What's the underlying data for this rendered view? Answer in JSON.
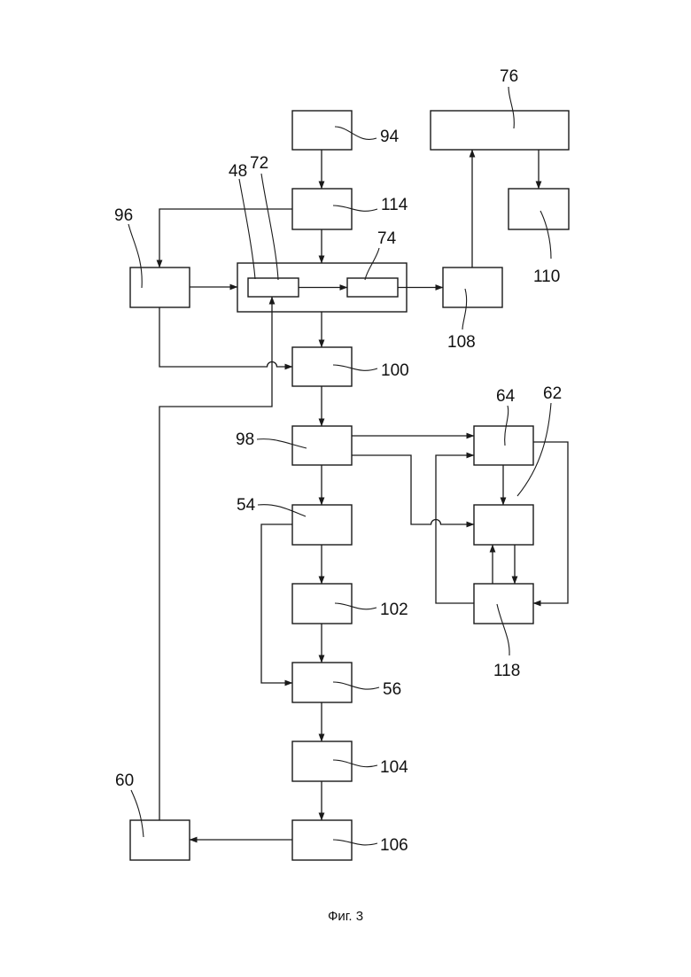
{
  "caption": "Фиг. 3",
  "labels": {
    "b94": "94",
    "b76": "76",
    "b114": "114",
    "b96": "96",
    "b48": "48",
    "b72": "72",
    "b74": "74",
    "b110": "110",
    "b108": "108",
    "b100": "100",
    "b98": "98",
    "b64": "64",
    "b62": "62",
    "b54": "54",
    "b102": "102",
    "b118": "118",
    "b56": "56",
    "b104": "104",
    "b60": "60",
    "b106": "106"
  }
}
